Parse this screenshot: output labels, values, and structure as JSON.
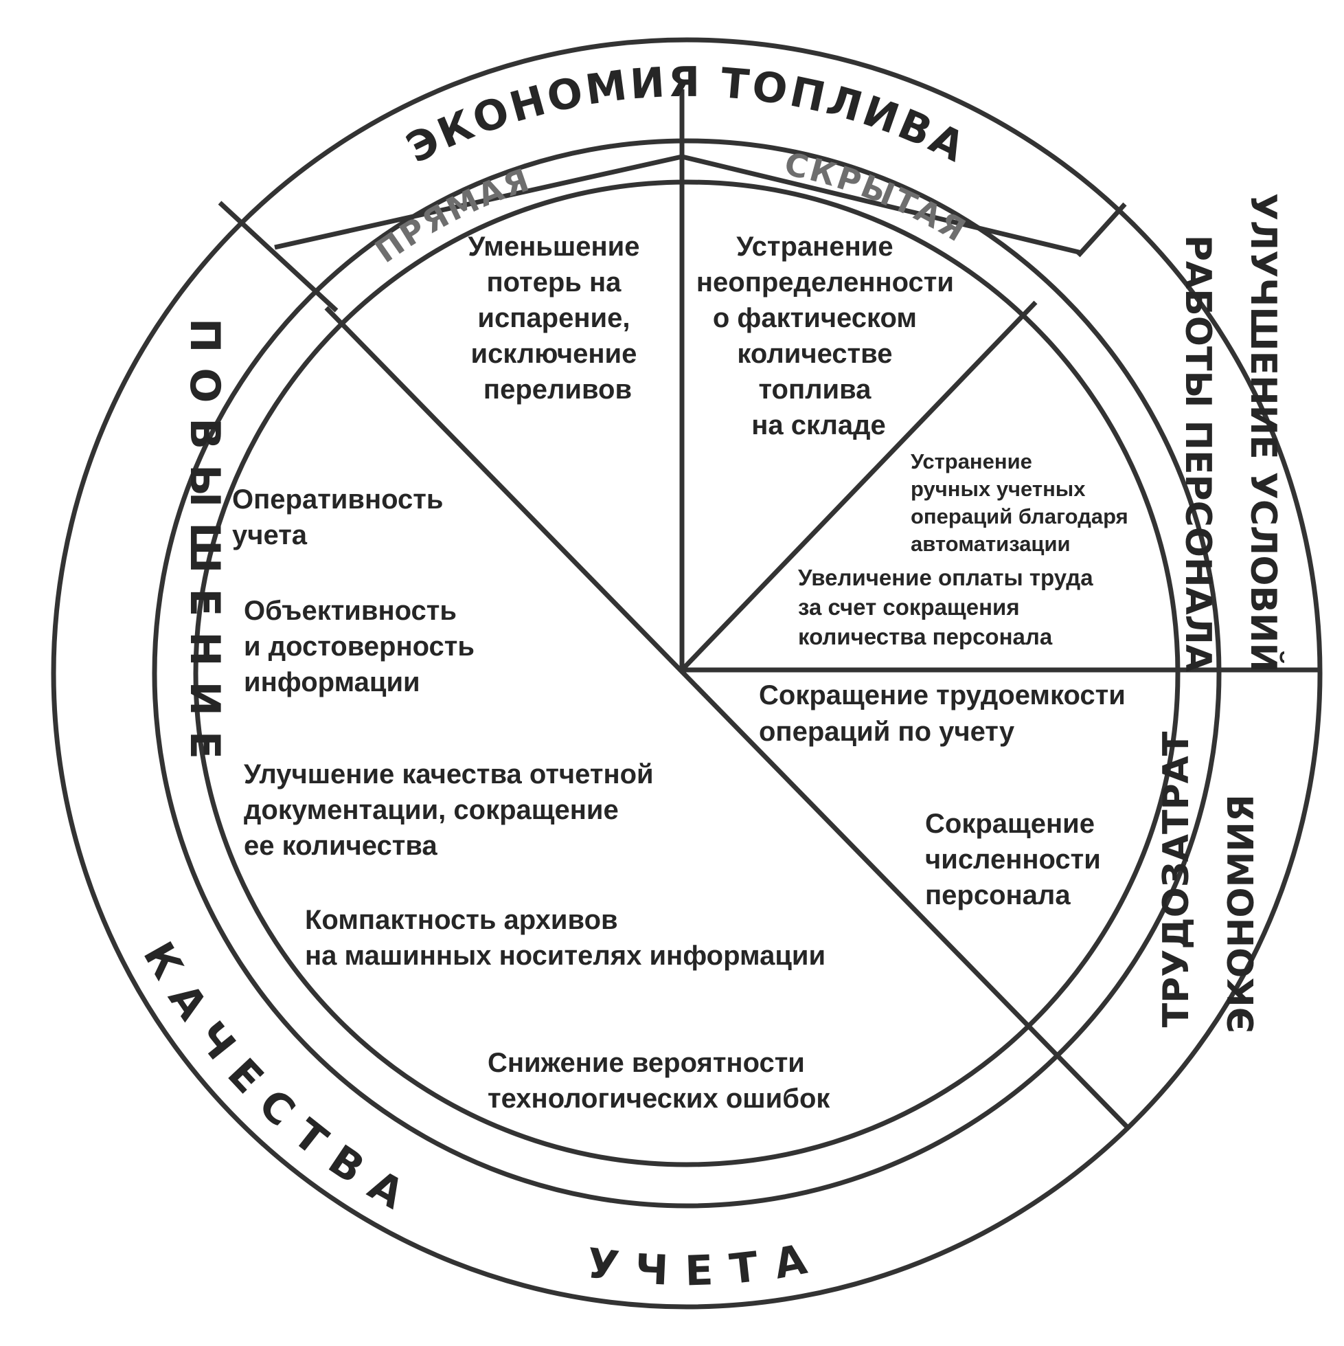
{
  "outer_ring": {
    "top": "ЭКОНОМИЯ ТОПЛИВА",
    "right_upper": "УЛУЧШЕНИЕ УСЛОВИЙ",
    "right_upper_inner": "РАБОТЫ ПЕРСОНАЛА",
    "right_lower": "ЭКОНОМИЯ",
    "right_lower_inner": "ТРУДОЗАТРАТ",
    "left": "ПОВЫШЕНИЕ",
    "bottom_left": "КАЧЕСТВА",
    "bottom": "УЧЕТА"
  },
  "middle_ring": {
    "direct": "ПРЯМАЯ",
    "hidden": "СКРЫТАЯ"
  },
  "sectors": {
    "direct_savings": [
      "Уменьшение",
      "потерь на",
      "испарение,",
      "исключение",
      "переливов"
    ],
    "hidden_savings": [
      "Устранение",
      "неопределенности",
      "о фактическом",
      "количестве",
      "топлива",
      "на складе"
    ],
    "working_conditions": [
      [
        "Устранение",
        "ручных учетных",
        "операций благодаря",
        "автоматизации"
      ],
      [
        "Увеличение оплаты труда",
        "за счет  сокращения",
        "количества персонала"
      ]
    ],
    "labor_savings": [
      [
        "Сокращение трудоемкости",
        "операций по учету"
      ],
      [
        "Сокращение",
        "численности",
        "персонала"
      ]
    ],
    "accounting_quality": [
      [
        "Оперативность",
        "учета"
      ],
      [
        "Объективность",
        "и достоверность",
        "информации"
      ],
      [
        "Улучшение качества отчетной",
        "документации, сокращение",
        "ее количества"
      ],
      [
        "Компактность архивов",
        "на машинных носителях информации"
      ],
      [
        "Снижение вероятности",
        "технологических ошибок"
      ]
    ]
  }
}
